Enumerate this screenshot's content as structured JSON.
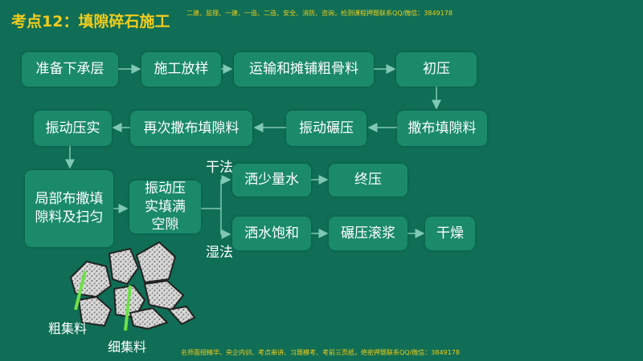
{
  "header": {
    "title": "考点12：填隙碎石施工",
    "top_note": "二建、监理、一建、一造、二造、安全、消防、咨询，检测课程押题联系QQ/微信：3849178"
  },
  "steps": {
    "s1": "准备下承层",
    "s2": "施工放样",
    "s3": "运输和摊铺粗骨料",
    "s4": "初压",
    "s5": "撒布填隙料",
    "s6": "振动碾压",
    "s7": "再次撒布填隙料",
    "s8": "振动压实",
    "s9": "局部布撒填隙料及扫匀",
    "s10": "振动压实填满空隙",
    "dry1": "洒少量水",
    "dry2": "终压",
    "wet1": "洒水饱和",
    "wet2": "碾压滚浆",
    "wet3": "干燥"
  },
  "branches": {
    "dry": "干法",
    "wet": "湿法"
  },
  "illustration": {
    "coarse": "粗集料",
    "fine": "细集料"
  },
  "footer": {
    "note": "名师面授精华、央企内训、考点串讲、习题模考、考前三页纸，绝密押题联系QQ/微信：3849178"
  },
  "colors": {
    "background": "#0f6e55",
    "box": "#1a8a6a",
    "title": "#f2cc1c",
    "arrow": "#7ec8b4",
    "pointer": "#6fe04a"
  }
}
